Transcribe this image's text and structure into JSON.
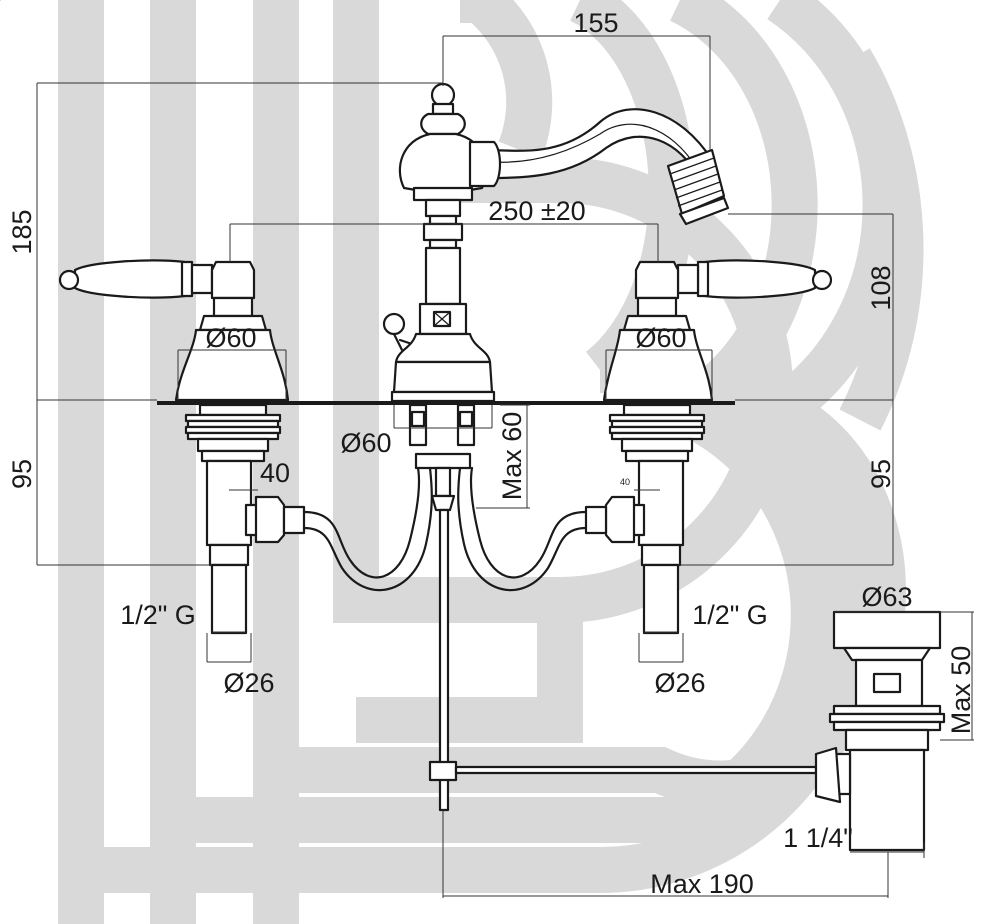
{
  "dimensions": {
    "spout_reach": "155",
    "total_height": "185",
    "handle_spacing": "250 ±20",
    "spout_height": "108",
    "handle_base_left": "Ø60",
    "handle_base_right": "Ø60",
    "body_base": "Ø60",
    "max_deck_thickness": "Max 60",
    "below_deck_left": "95",
    "below_deck_right": "95",
    "shank_offset_left": "40",
    "shank_offset_right": "40",
    "thread_left": "1/2\" G",
    "thread_right": "1/2\" G",
    "shank_diameter_left": "Ø26",
    "shank_diameter_right": "Ø26",
    "waste_diameter": "Ø63",
    "waste_max_height": "Max 50",
    "waste_thread": "1 1/4\"",
    "rod_length": "Max 190"
  },
  "colors": {
    "ink": "#1a1a1a",
    "watermark": "#d9d9d9",
    "background": "#ffffff"
  }
}
